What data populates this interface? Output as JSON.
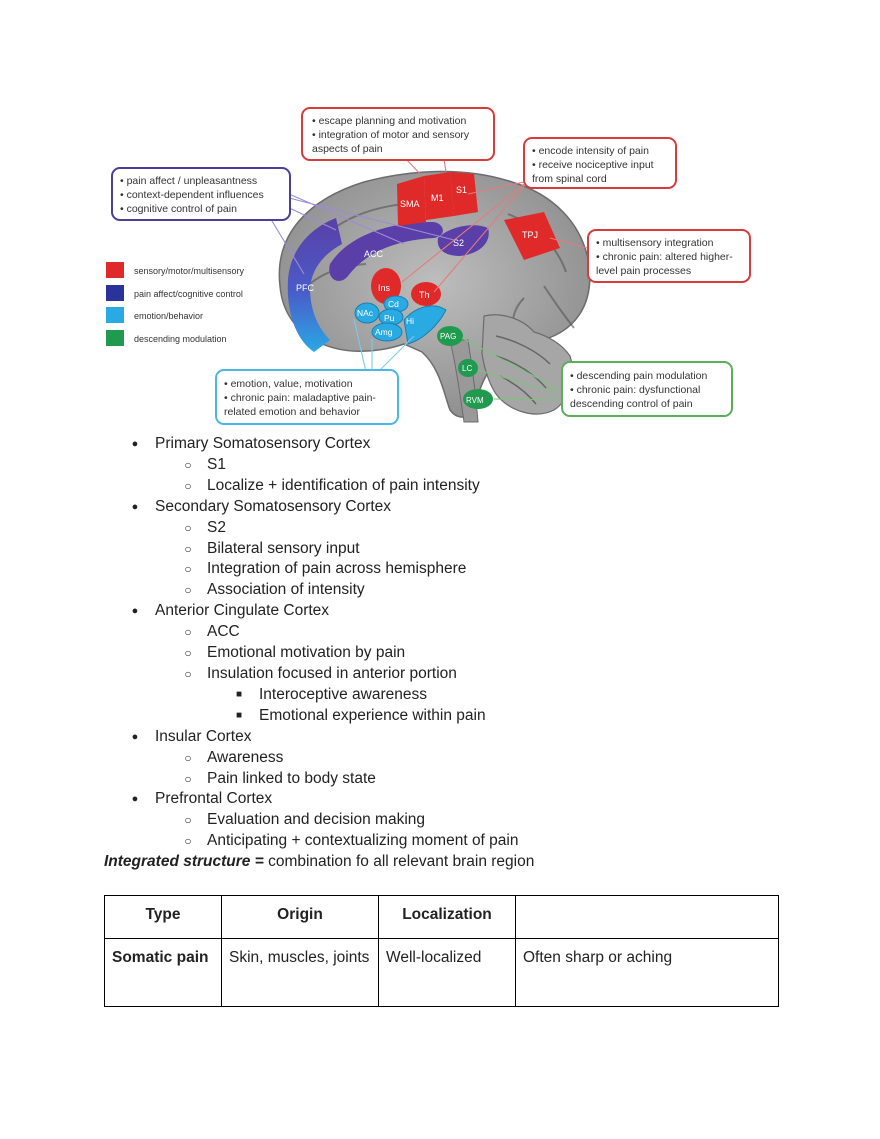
{
  "figure": {
    "callouts": {
      "top": [
        "• escape planning and motivation",
        "• integration of motor and sensory",
        "  aspects of pain"
      ],
      "left": [
        "• pain affect / unpleasantness",
        "• context-dependent influences",
        "• cognitive control of pain"
      ],
      "right_top": [
        "• encode intensity of pain",
        "• receive nociceptive input",
        "  from spinal cord"
      ],
      "right_mid": [
        "• multisensory integration",
        "• chronic pain: altered higher-",
        "  level pain processes"
      ],
      "bottom_center": [
        "• emotion, value, motivation",
        "• chronic pain: maladaptive pain-",
        "  related emotion and behavior"
      ],
      "bottom_right": [
        "• descending pain modulation",
        "• chronic pain: dysfunctional",
        "  descending control of pain"
      ]
    },
    "legend": [
      {
        "label": "sensory/motor/multisensory",
        "color": "#e02a2a"
      },
      {
        "label": "pain affect/cognitive control",
        "color": "#2a3399"
      },
      {
        "label": "emotion/behavior",
        "color": "#2aaae2"
      },
      {
        "label": "descending modulation",
        "color": "#1f9a4e"
      }
    ],
    "regions": {
      "sma": "SMA",
      "m1": "M1",
      "s1": "S1",
      "s2": "S2",
      "tpj": "TPJ",
      "acc": "ACC",
      "pfc": "PFC",
      "ins": "Ins",
      "th": "Th",
      "cd": "Cd",
      "pu": "Pu",
      "hi": "Hi",
      "nac": "NAc",
      "amg": "Amg",
      "pag": "PAG",
      "lc": "LC",
      "rvm": "RVM"
    },
    "colors": {
      "red_box": "#d93a3a",
      "purple_box": "#4b3f9c",
      "cyan_box": "#49b8e6",
      "green_box": "#5aaf5a"
    }
  },
  "outline": [
    {
      "level": 1,
      "text": "Primary Somatosensory Cortex"
    },
    {
      "level": 2,
      "text": "S1"
    },
    {
      "level": 2,
      "text": "Localize + identification of pain intensity"
    },
    {
      "level": 1,
      "text": "Secondary Somatosensory Cortex"
    },
    {
      "level": 2,
      "text": "S2"
    },
    {
      "level": 2,
      "text": "Bilateral sensory input"
    },
    {
      "level": 2,
      "text": "Integration of pain across hemisphere"
    },
    {
      "level": 2,
      "text": "Association of intensity"
    },
    {
      "level": 1,
      "text": "Anterior Cingulate Cortex"
    },
    {
      "level": 2,
      "text": "ACC"
    },
    {
      "level": 2,
      "text": "Emotional motivation by pain"
    },
    {
      "level": 2,
      "text": "Insulation focused in anterior portion"
    },
    {
      "level": 3,
      "text": "Interoceptive awareness"
    },
    {
      "level": 3,
      "text": "Emotional experience within pain"
    },
    {
      "level": 1,
      "text": "Insular Cortex"
    },
    {
      "level": 2,
      "text": "Awareness"
    },
    {
      "level": 2,
      "text": "Pain linked to body state"
    },
    {
      "level": 1,
      "text": "Prefrontal Cortex"
    },
    {
      "level": 2,
      "text": "Evaluation and decision making"
    },
    {
      "level": 2,
      "text": "Anticipating + contextualizing moment of pain"
    }
  ],
  "integrated": {
    "term": "Integrated structure =",
    "rest": " combination fo all relevant brain region"
  },
  "table": {
    "headers": [
      "Type",
      "Origin",
      "Localization",
      ""
    ],
    "rows": [
      [
        "Somatic pain",
        "Skin, muscles, joints",
        "Well-localized",
        "Often sharp or aching"
      ]
    ]
  }
}
